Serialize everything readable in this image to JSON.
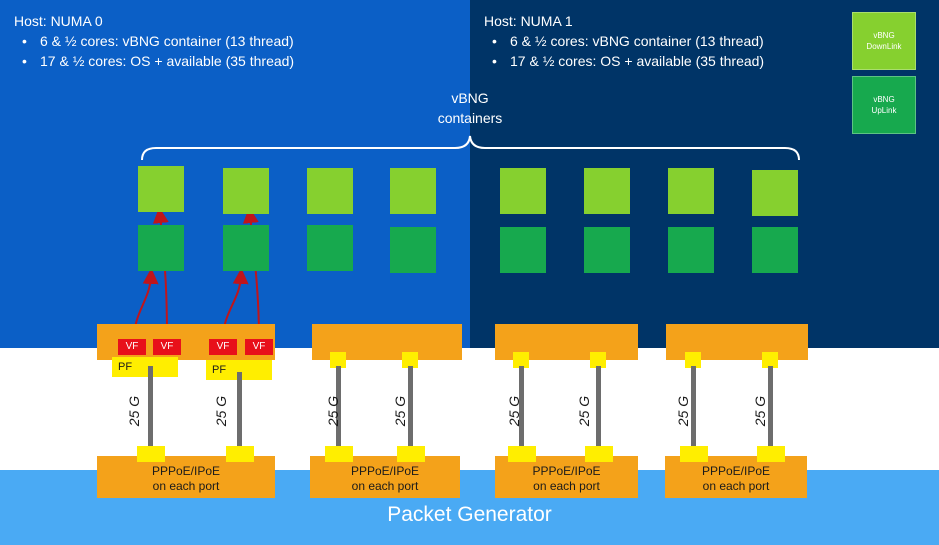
{
  "numa0": {
    "title": "Host: NUMA 0",
    "bullets": [
      "6 & ½ cores: vBNG container (13 thread)",
      "17 & ½ cores: OS + available (35 thread)"
    ]
  },
  "numa1": {
    "title": "Host: NUMA 1",
    "bullets": [
      "6 & ½ cores: vBNG container (13 thread)",
      "17 & ½  cores: OS + available (35 thread)"
    ]
  },
  "legend": {
    "downlink": [
      "vBNG",
      "DownLink"
    ],
    "uplink": [
      "vBNG",
      "UpLink"
    ]
  },
  "containers_label": [
    "vBNG",
    "containers"
  ],
  "vf_label": "VF",
  "pf_label": "PF",
  "speed_label": "25 G",
  "generator_box": [
    "PPPoE/IPoE",
    "on each port"
  ],
  "generator_label": "Packet Generator",
  "colors": {
    "numa0": "#0b5fc6",
    "numa1": "#003467",
    "downlink": "#86d02f",
    "uplink": "#17a94e",
    "nic": "#f4a21a",
    "port": "#ffee00",
    "vf": "#e8101a",
    "arrow": "#c0151b",
    "generator": "#4aaaf4"
  }
}
